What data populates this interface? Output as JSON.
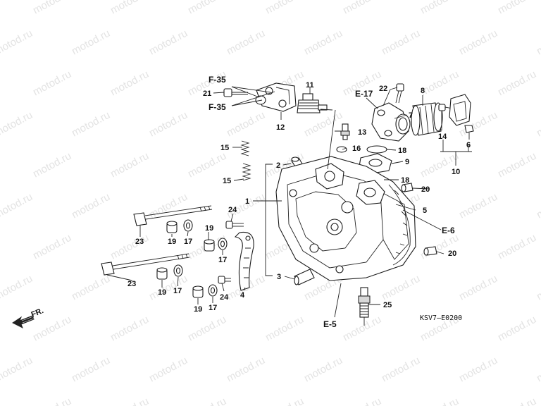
{
  "watermark": "motod.ru",
  "diagram_code": "KSV7–E0200",
  "front_marker": "FR.",
  "references": [
    "F-35",
    "F-35",
    "E-17",
    "E-6",
    "E-5"
  ],
  "part_labels": [
    "21",
    "12",
    "11",
    "13",
    "22",
    "8",
    "7",
    "16",
    "18",
    "9",
    "18",
    "14",
    "6",
    "10",
    "15",
    "15",
    "2",
    "1",
    "20",
    "5",
    "20",
    "24",
    "19",
    "17",
    "23",
    "19",
    "17",
    "3",
    "4",
    "23",
    "19",
    "17",
    "24",
    "19",
    "17",
    "25"
  ]
}
